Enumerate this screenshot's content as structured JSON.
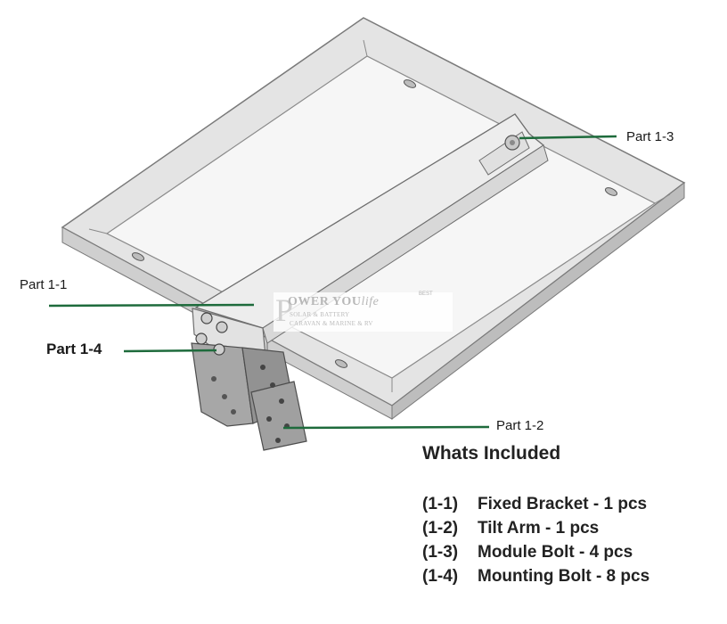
{
  "callouts": {
    "part_1_1": "Part 1-1",
    "part_1_2": "Part 1-2",
    "part_1_3": "Part 1-3",
    "part_1_4": "Part 1-4"
  },
  "included": {
    "title": "Whats Included",
    "items": [
      {
        "code": "(1-1)",
        "text": "Fixed Bracket - 1 pcs"
      },
      {
        "code": "(1-2)",
        "text": "Tilt Arm - 1 pcs"
      },
      {
        "code": "(1-3)",
        "text": "Module Bolt - 4 pcs"
      },
      {
        "code": "(1-4)",
        "text": "Mounting Bolt - 8 pcs"
      }
    ]
  },
  "watermark": {
    "big_letter": "P",
    "brand": "OWER YOU",
    "brand_script": "life",
    "tag": "BEST",
    "line1": "SOLAR & BATTERY",
    "line2": "CARAVAN & MARINE & RV"
  },
  "colors": {
    "leader_line": "#1e6b3c",
    "panel_frame": "#e4e4e4",
    "panel_outline": "#7a7a7a",
    "bracket_metal": "#9c9c9c"
  }
}
